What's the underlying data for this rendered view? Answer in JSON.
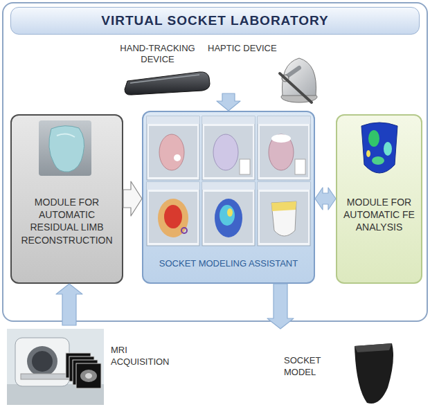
{
  "diagram": {
    "nodes": [
      {
        "text": [
          "VIRTUAL SOCKET LABORATORY"
        ]
      },
      {
        "text": [
          "HAND-TRACKING DEVICE"
        ],
        "in": 0
      },
      {
        "text": [
          "HAPTIC DEVICE"
        ],
        "in": 0
      },
      {
        "text": [
          "MODULE FOR AUTOMATIC RESIDUAL LIMB RECONSTRUCTION"
        ],
        "in": 0
      },
      {
        "text": [
          "SOCKET MODELING ASSISTANT"
        ],
        "in": 0
      },
      {
        "text": [
          "MODULE FOR AUTOMATIC FE ANALYSIS"
        ],
        "in": 0
      },
      {
        "text": [
          "MRI ACQUISITION"
        ]
      },
      {
        "text": [
          "SOCKET MODEL"
        ]
      }
    ],
    "edges": [
      {
        "from": 2,
        "to": 4,
        "arrow": "to"
      },
      {
        "from": 3,
        "to": 4,
        "arrow": "to"
      },
      {
        "from": 4,
        "to": 5,
        "arrow": "both"
      },
      {
        "from": 6,
        "to": 3,
        "arrow": "to"
      },
      {
        "from": 4,
        "to": 7,
        "arrow": "to"
      }
    ]
  }
}
